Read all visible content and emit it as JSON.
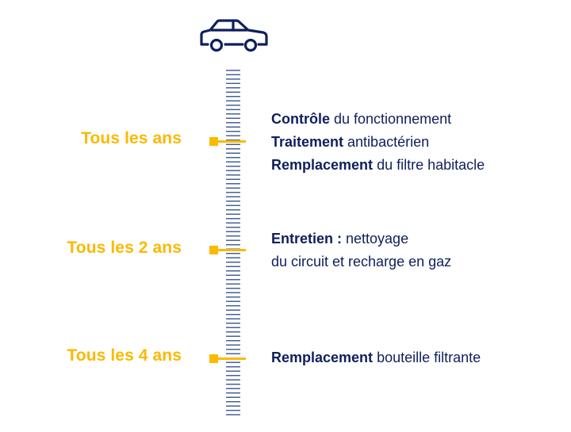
{
  "colors": {
    "accent": "#fbb900",
    "text": "#0f1f5c",
    "ruler": "#4a6296",
    "background": "#ffffff"
  },
  "icon": "car-icon",
  "timeline": [
    {
      "frequency": "Tous les ans",
      "lines": [
        {
          "bold": "Contrôle",
          "rest": " du fonctionnement"
        },
        {
          "bold": "Traitement",
          "rest": " antibactérien"
        },
        {
          "bold": "Remplacement",
          "rest": " du filtre habitacle"
        }
      ]
    },
    {
      "frequency": "Tous les 2 ans",
      "lines": [
        {
          "bold": "Entretien :",
          "rest": " nettoyage"
        },
        {
          "bold": "",
          "rest": "du circuit et recharge en gaz"
        }
      ]
    },
    {
      "frequency": "Tous les 4 ans",
      "lines": [
        {
          "bold": "Remplacement",
          "rest": " bouteille filtrante"
        }
      ]
    }
  ]
}
